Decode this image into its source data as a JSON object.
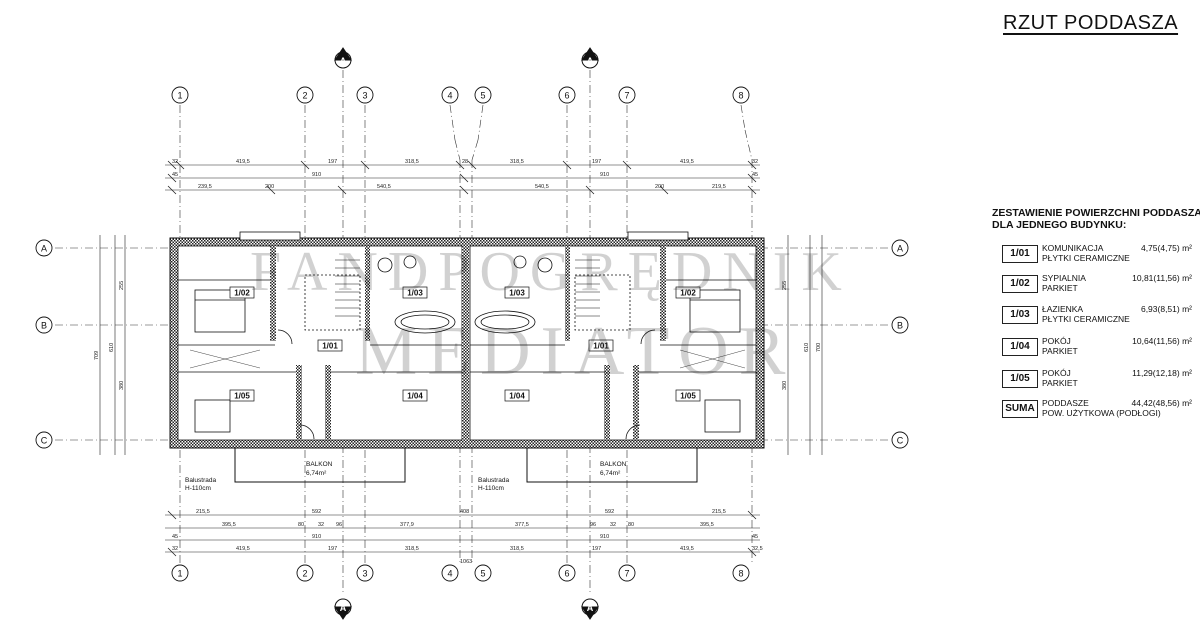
{
  "title": "RZUT PODDASZA",
  "summary": {
    "heading_line1": "ZESTAWIENIE POWIERZCHNI PODDASZA",
    "heading_line2": "DLA JEDNEGO BUDYNKU:",
    "rows": [
      {
        "code": "1/01",
        "name": "KOMUNIKACJA",
        "finish": "PŁYTKI CERAMICZNE",
        "area": "4,75(4,75) m²"
      },
      {
        "code": "1/02",
        "name": "SYPIALNIA",
        "finish": "PARKIET",
        "area": "10,81(11,56) m²"
      },
      {
        "code": "1/03",
        "name": "ŁAZIENKA",
        "finish": "PŁYTKI CERAMICZNE",
        "area": "6,93(8,51) m²"
      },
      {
        "code": "1/04",
        "name": "POKÓJ",
        "finish": "PARKIET",
        "area": "10,64(11,56) m²"
      },
      {
        "code": "1/05",
        "name": "POKÓJ",
        "finish": "PARKIET",
        "area": "11,29(12,18) m²"
      },
      {
        "code": "SUMA",
        "name": "PODDASZE",
        "finish": "POW. UŻYTKOWA (PODŁOGI)",
        "area": "44,42(48,56) m²"
      }
    ]
  },
  "axes": {
    "numbers": [
      "1",
      "2",
      "3",
      "4",
      "5",
      "6",
      "7",
      "8"
    ],
    "letters": [
      "A",
      "B",
      "C"
    ],
    "section": "A"
  },
  "rooms": {
    "left": [
      "1/02",
      "1/03",
      "1/01",
      "1/05",
      "1/04"
    ],
    "right": [
      "1/03",
      "1/02",
      "1/01",
      "1/04",
      "1/05"
    ]
  },
  "balcony": {
    "label": "BALKON",
    "area": "6,74m²"
  },
  "balustrade": {
    "label": "Balustrada",
    "height": "H-110cm"
  },
  "dims": {
    "top1": [
      "32",
      "419,5",
      "197",
      "318,5",
      "28",
      "318,5",
      "197",
      "419,5",
      "32"
    ],
    "top2": [
      "45",
      "910",
      "910",
      "45"
    ],
    "top3": [
      "239,5",
      "200",
      "540,5",
      "540,5",
      "200",
      "219,5"
    ],
    "bottom1": [
      "215,5",
      "592",
      "408",
      "592",
      "215,5"
    ],
    "bottom2": [
      "395,5",
      "80",
      "32",
      "96",
      "377,9",
      "377,5",
      "96",
      "32",
      "80",
      "395,5"
    ],
    "bottom3": [
      "45",
      "910",
      "910",
      "45"
    ],
    "bottom4": [
      "32",
      "419,5",
      "197",
      "318,5",
      "318,5",
      "197",
      "419,5",
      "32,5"
    ],
    "bottom_mid": "1063",
    "left_total": "709",
    "left_mid": "610",
    "left_parts": [
      "255",
      "380"
    ],
    "right_parts": [
      "255",
      "380"
    ],
    "right_total": "700",
    "right_mid": "610"
  },
  "watermark": {
    "line1": "FANDPOGRĘDNIK",
    "line2": "MEDIATOR"
  }
}
